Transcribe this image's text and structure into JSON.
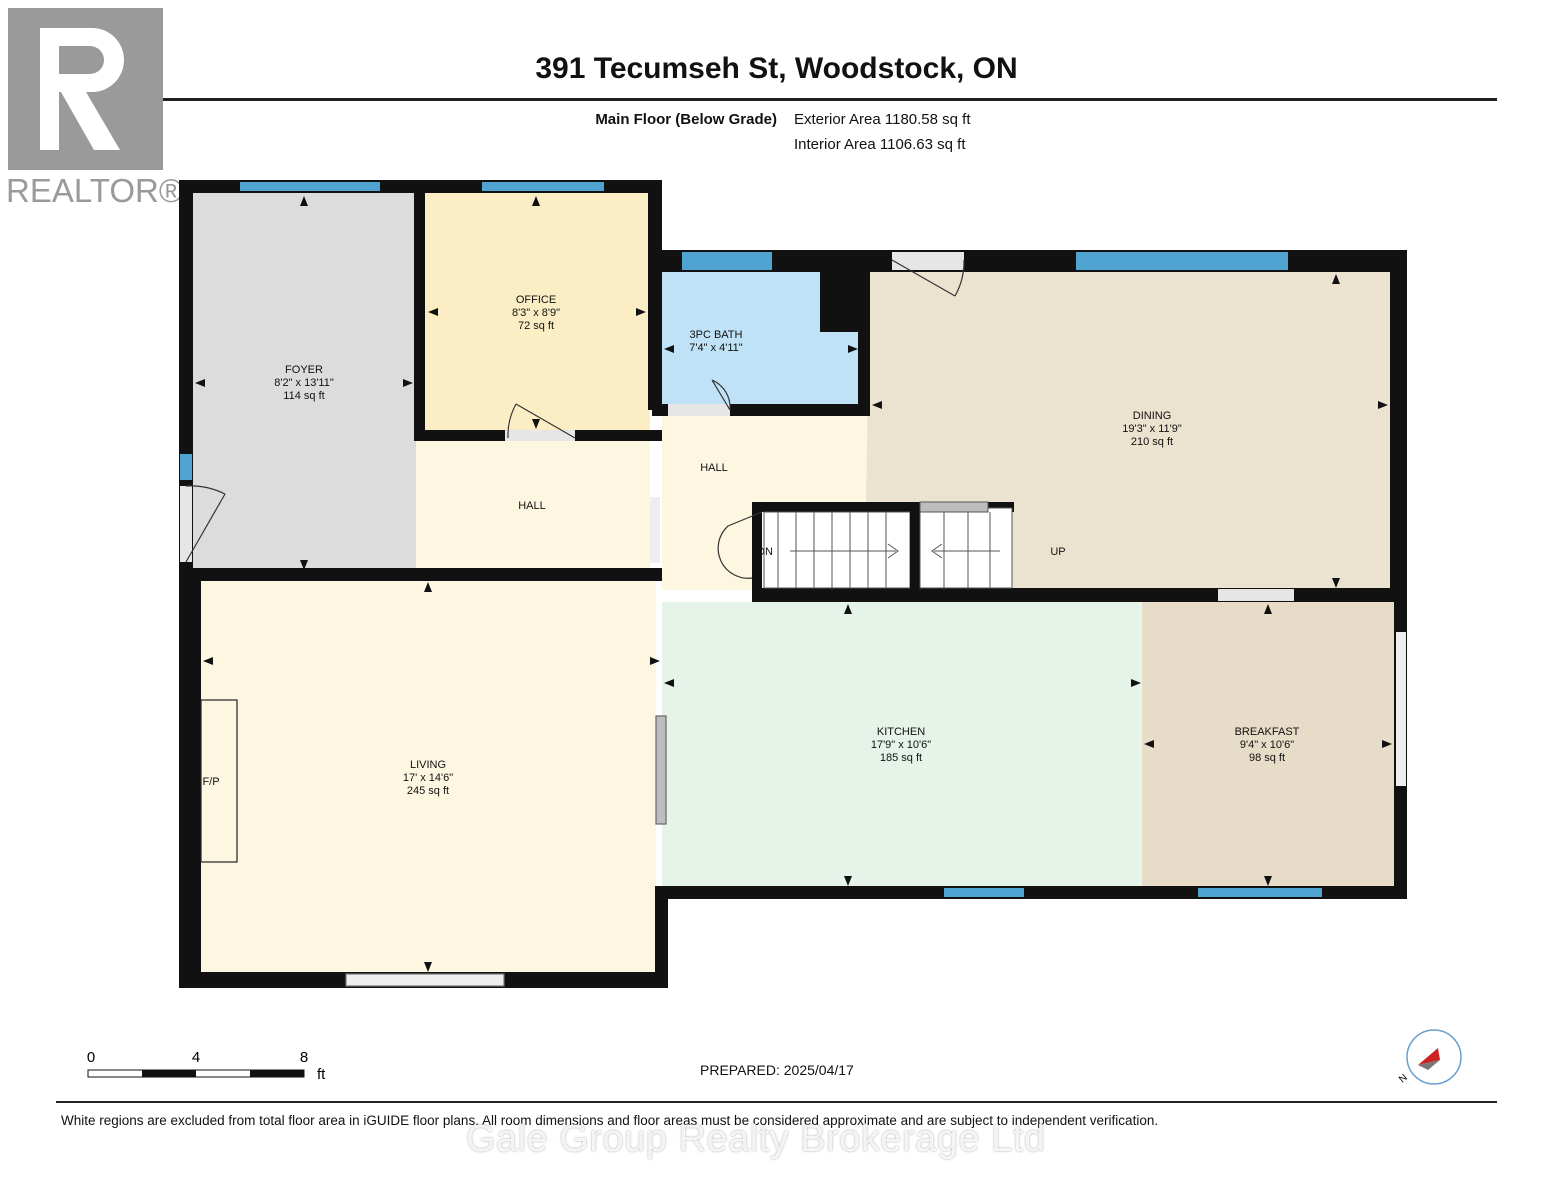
{
  "header": {
    "title": "391 Tecumseh St, Woodstock, ON",
    "floor_label": "Main Floor (Below Grade)",
    "exterior_area": "Exterior Area 1180.58 sq ft",
    "interior_area": "Interior Area 1106.63 sq ft"
  },
  "logo": {
    "text": "REALTOR®"
  },
  "rooms": {
    "foyer": {
      "name": "FOYER",
      "dims": "8'2\" x 13'11\"",
      "area": "114 sq ft"
    },
    "office": {
      "name": "OFFICE",
      "dims": "8'3\" x 8'9\"",
      "area": "72 sq ft"
    },
    "bath": {
      "name": "3PC BATH",
      "dims": "7'4\" x 4'11\""
    },
    "dining": {
      "name": "DINING",
      "dims": "19'3\" x 11'9\"",
      "area": "210 sq ft"
    },
    "hall_left": {
      "name": "HALL"
    },
    "hall_center": {
      "name": "HALL"
    },
    "living": {
      "name": "LIVING",
      "dims": "17' x 14'6\"",
      "area": "245 sq ft"
    },
    "kitchen": {
      "name": "KITCHEN",
      "dims": "17'9\" x 10'6\"",
      "area": "185 sq ft"
    },
    "breakfast": {
      "name": "BREAKFAST",
      "dims": "9'4\" x 10'6\"",
      "area": "98 sq ft"
    }
  },
  "labels": {
    "fireplace": "F/P",
    "stairs_down": "DN",
    "stairs_up": "UP"
  },
  "scale_bar": {
    "ticks": [
      "0",
      "4",
      "8"
    ],
    "unit": "ft"
  },
  "footer": {
    "prepared": "PREPARED: 2025/04/17",
    "disclaimer": "White regions are excluded from total floor area in iGUIDE floor plans. All room dimensions and floor areas must be considered approximate and are subject to independent verification.",
    "watermark": "Gale Group Realty Brokerage Ltd"
  },
  "colors": {
    "wall": "#111111",
    "window": "#4fa3d1",
    "foyer": "#dcdcdc",
    "office": "#fbeec4",
    "bath": "#bfe2f7",
    "dining": "#ebe2cf",
    "hall": "#fdf7e2",
    "kitchen": "#e6f3e9",
    "breakfast": "#e7dcc7",
    "living": "#fdf7e2"
  }
}
